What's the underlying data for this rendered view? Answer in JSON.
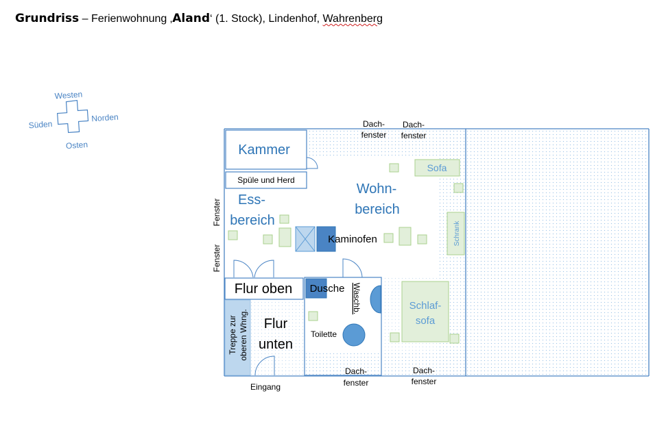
{
  "title": {
    "bold_a": "Grundriss",
    "plain_a": " – Ferienwohnung ‚",
    "bold_b": "Aland",
    "plain_b": "‘ (1. Stock), Lindenhof, ",
    "squiggle": "Wahrenberg"
  },
  "compass": {
    "north": "Norden",
    "south": "Süden",
    "west": "Westen",
    "east": "Osten"
  },
  "rooms": {
    "kammer": "Kammer",
    "spuele": "Spüle und Herd",
    "ess_1": "Ess-",
    "ess_2": "bereich",
    "wohn_1": "Wohn-",
    "wohn_2": "bereich",
    "kaminofen": "Kaminofen",
    "flur_oben": "Flur oben",
    "flur_unten_1": "Flur",
    "flur_unten_2": "unten",
    "treppe_1": "Treppe zur",
    "treppe_2": "oberen Whng.",
    "dusche": "Dusche",
    "waschb": "Waschb.",
    "toilette": "Toilette",
    "sofa": "Sofa",
    "schrank": "Schrank",
    "schlaf_1": "Schlaf-",
    "schlaf_2": "sofa"
  },
  "windows": {
    "dach_1": "Dach-",
    "dach_2": "fenster",
    "fenster": "Fenster",
    "eingang": "Eingang"
  },
  "colors": {
    "accent_blue": "#2e75b6",
    "line_blue": "#4a84c4",
    "furniture_fill": "#e2efda",
    "furniture_stroke": "#a9d18e",
    "dark_blue": "#5b9bd5",
    "light_blue": "#bdd7ee",
    "dot": "#9dc3e6"
  }
}
